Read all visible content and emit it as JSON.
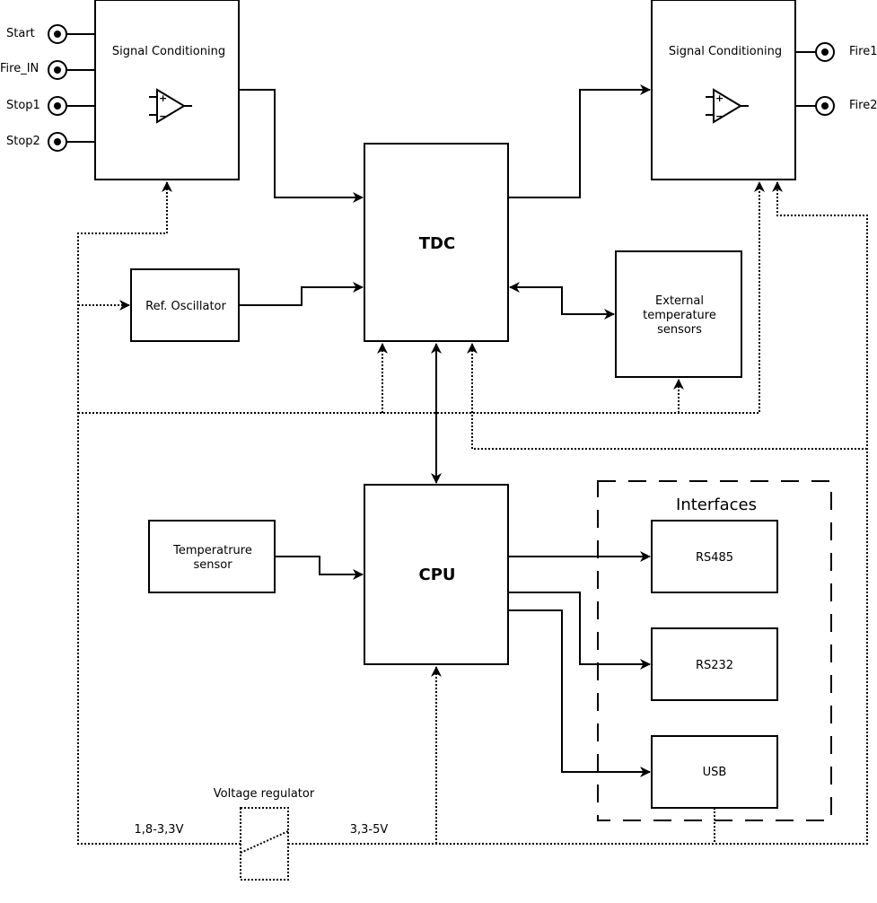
{
  "blocks": {
    "signal_conditioning_left": "Signal Conditioning",
    "signal_conditioning_right": "Signal Conditioning",
    "tdc": "TDC",
    "ref_oscillator": "Ref. Oscillator",
    "external_temp": [
      "External",
      "temperature",
      "sensors"
    ],
    "cpu": "CPU",
    "temp_sensor": [
      "Temperatrure",
      "sensor"
    ],
    "interfaces_title": "Interfaces",
    "rs485": "RS485",
    "rs232": "RS232",
    "usb": "USB",
    "voltage_regulator": "Voltage regulator"
  },
  "connectors": {
    "start": "Start",
    "fire_in": "Fire_IN",
    "stop1": "Stop1",
    "stop2": "Stop2",
    "fire1": "Fire1",
    "fire2": "Fire2"
  },
  "voltages": {
    "low": "1,8-3,3V",
    "high": "3,3-5V"
  }
}
